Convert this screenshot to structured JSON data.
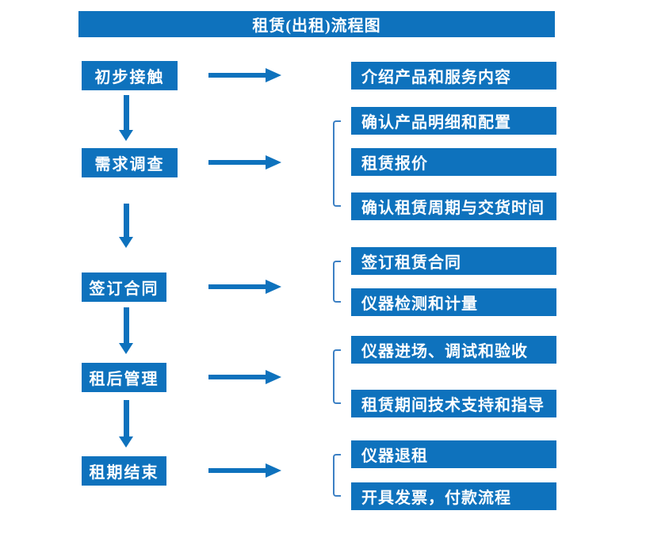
{
  "title": "租赁(出租)流程图",
  "colors": {
    "primary": "#0e72bd",
    "bracket": "#3c80c4",
    "box_text": "#ffffff",
    "background": "#ffffff"
  },
  "stages": [
    {
      "label": "初步接触",
      "details": [
        "介绍产品和服务内容"
      ]
    },
    {
      "label": "需求调查",
      "details": [
        "确认产品明细和配置",
        "租赁报价",
        "确认租赁周期与交货时间"
      ]
    },
    {
      "label": "签订合同",
      "details": [
        "签订租赁合同",
        "仪器检测和计量"
      ]
    },
    {
      "label": "租后管理",
      "details": [
        "仪器进场、调试和验收",
        "租赁期间技术支持和指导"
      ]
    },
    {
      "label": "租期结束",
      "details": [
        "仪器退租",
        "开具发票，付款流程"
      ]
    }
  ]
}
